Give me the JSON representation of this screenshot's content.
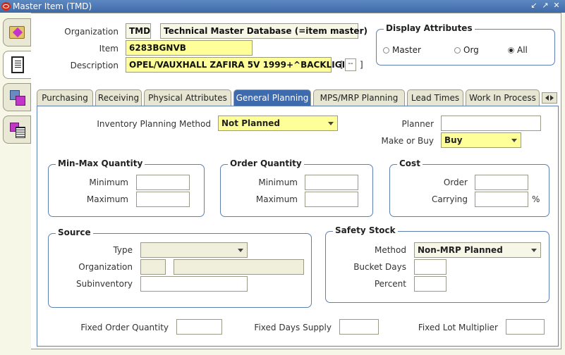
{
  "window": {
    "title": "Master Item (TMD)"
  },
  "header": {
    "organization": {
      "label": "Organization",
      "code": "TMD",
      "name": "Technical Master Database (=item master)"
    },
    "item": {
      "label": "Item",
      "value": "6283BGNVB"
    },
    "description": {
      "label": "Description",
      "value": "OPEL/VAUXHALL ZAFIRA 5V 1999+^BACKLIGI",
      "button_label": "--"
    }
  },
  "display_attributes": {
    "title": "Display Attributes",
    "options": [
      "Master",
      "Org",
      "All"
    ],
    "selected": "All"
  },
  "tabs": [
    "Purchasing",
    "Receiving",
    "Physical Attributes",
    "General Planning",
    "MPS/MRP Planning",
    "Lead Times",
    "Work In Process"
  ],
  "active_tab": "General Planning",
  "general_planning": {
    "inventory_planning_method": {
      "label": "Inventory Planning Method",
      "value": "Not Planned"
    },
    "planner": {
      "label": "Planner",
      "value": ""
    },
    "make_or_buy": {
      "label": "Make or Buy",
      "value": "Buy"
    },
    "min_max": {
      "title": "Min-Max Quantity",
      "minimum_label": "Minimum",
      "maximum_label": "Maximum",
      "minimum": "",
      "maximum": ""
    },
    "order_qty": {
      "title": "Order Quantity",
      "minimum_label": "Minimum",
      "maximum_label": "Maximum",
      "minimum": "",
      "maximum": ""
    },
    "cost": {
      "title": "Cost",
      "order_label": "Order",
      "carrying_label": "Carrying",
      "order": "",
      "carrying": "",
      "carrying_unit": "%"
    },
    "source": {
      "title": "Source",
      "type_label": "Type",
      "organization_label": "Organization",
      "subinventory_label": "Subinventory",
      "type": "",
      "org_code": "",
      "org_name": "",
      "subinventory": ""
    },
    "safety_stock": {
      "title": "Safety Stock",
      "method_label": "Method",
      "method": "Non-MRP Planned",
      "bucket_days_label": "Bucket Days",
      "bucket_days": "",
      "percent_label": "Percent",
      "percent": ""
    },
    "fixed_order_quantity": {
      "label": "Fixed Order Quantity",
      "value": ""
    },
    "fixed_days_supply": {
      "label": "Fixed Days Supply",
      "value": ""
    },
    "fixed_lot_multiplier": {
      "label": "Fixed Lot Multiplier",
      "value": ""
    }
  }
}
